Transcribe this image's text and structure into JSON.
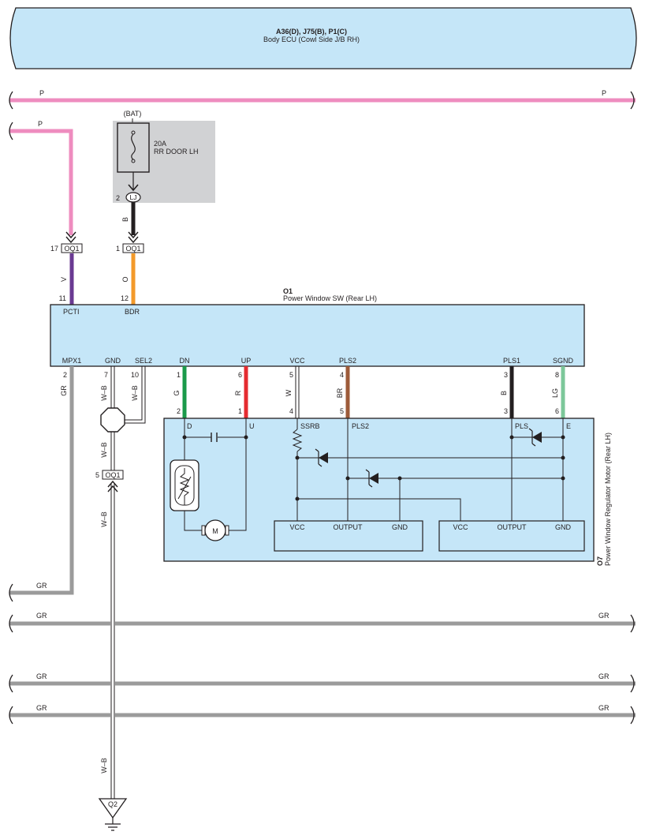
{
  "body_ecu": {
    "code": "A36(D), J75(B), P1(C)",
    "name": "Body ECU (Cowl Side J/B RH)"
  },
  "fuse": {
    "source": "(BAT)",
    "rating": "20A",
    "name": "RR DOOR LH",
    "pin": "2",
    "connector": "LJ",
    "wire_color": "B"
  },
  "switch": {
    "code": "O1",
    "name": "Power Window SW (Rear LH)"
  },
  "motor": {
    "code": "O7",
    "name": "Power Window Regulator Motor (Rear LH)"
  },
  "ground": {
    "code": "Q2"
  },
  "connectors": {
    "oq1_pcti": {
      "pin": "17",
      "name": "OQ1"
    },
    "oq1_bdr": {
      "pin": "1",
      "name": "OQ1"
    },
    "oq1_gnd": {
      "pin": "5",
      "name": "OQ1"
    }
  },
  "top_pins": [
    {
      "pin": "11",
      "name": "PCTI",
      "wire": "V"
    },
    {
      "pin": "12",
      "name": "BDR",
      "wire": "O"
    }
  ],
  "bottom_pins": [
    {
      "name": "MPX1",
      "pin": "2",
      "wire": "GR"
    },
    {
      "name": "GND",
      "pin": "7",
      "wire": "W–B"
    },
    {
      "name": "SEL2",
      "pin": "10",
      "wire": "W–B"
    },
    {
      "name": "DN",
      "pin": "1",
      "wire": "G",
      "motor_pin": "2",
      "motor_label": "D"
    },
    {
      "name": "UP",
      "pin": "6",
      "wire": "R",
      "motor_pin": "1",
      "motor_label": "U"
    },
    {
      "name": "VCC",
      "pin": "5",
      "wire": "W",
      "motor_pin": "4",
      "motor_label": "SSRB"
    },
    {
      "name": "PLS2",
      "pin": "4",
      "wire": "BR",
      "motor_pin": "5",
      "motor_label": "PLS2"
    },
    {
      "name": "PLS1",
      "pin": "3",
      "wire": "B",
      "motor_pin": "3",
      "motor_label": "PLS"
    },
    {
      "name": "SGND",
      "pin": "8",
      "wire": "LG",
      "motor_pin": "6",
      "motor_label": "E"
    }
  ],
  "sensor_blocks": [
    {
      "vcc": "VCC",
      "output": "OUTPUT",
      "gnd": "GND"
    },
    {
      "vcc": "VCC",
      "output": "OUTPUT",
      "gnd": "GND"
    }
  ],
  "motor_symbol": "M",
  "wire_labels": {
    "p": "P",
    "gr": "GR",
    "wb": "W–B"
  },
  "colors": {
    "pink": "#ee8cbf",
    "gray": "#9b9b9b",
    "violet": "#6a3a92",
    "orange": "#f39a2a",
    "black": "#231f20",
    "green": "#1a9a4a",
    "red": "#e52b30",
    "brown": "#9d5b3a",
    "light_green": "#7cc79a",
    "box_blue": "#c5e6f8",
    "fuse_bg": "#d1d2d4"
  }
}
